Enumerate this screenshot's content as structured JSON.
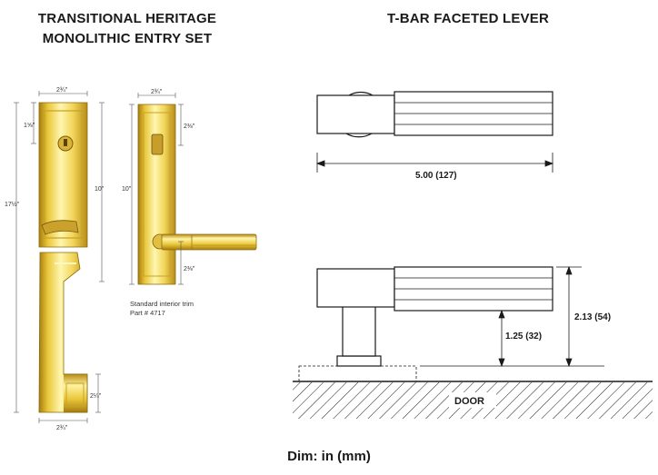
{
  "left_title": {
    "line1": "TRANSITIONAL HERITAGE",
    "line2": "MONOLITHIC ENTRY SET"
  },
  "right_title": "T-BAR FACETED LEVER",
  "photo_dims": {
    "exterior_width_top": "2¾\"",
    "overall_height": "17½\"",
    "deadbolt_offset": "1⅝\"",
    "plate_height": "10\"",
    "grip_base_height": "2¼\"",
    "exterior_width_bottom": "2¾\"",
    "interior_width": "2¾\"",
    "interior_height": "10\"",
    "interior_top_offset": "2⅜\"",
    "interior_lever_offset": "2⅜\""
  },
  "interior_caption": {
    "line1": "Standard interior trim",
    "line2": "Part # 4717"
  },
  "lever_dims": {
    "length": "5.00 (127)",
    "projection": "2.13 (54)",
    "clearance": "1.25 (32)"
  },
  "door_label": "DOOR",
  "dim_note": "Dim: in (mm)",
  "colors": {
    "brass_light": "#fff6b0",
    "brass_mid": "#e9c73a",
    "brass_dark": "#a67c0e",
    "line": "#1a1a1a"
  }
}
